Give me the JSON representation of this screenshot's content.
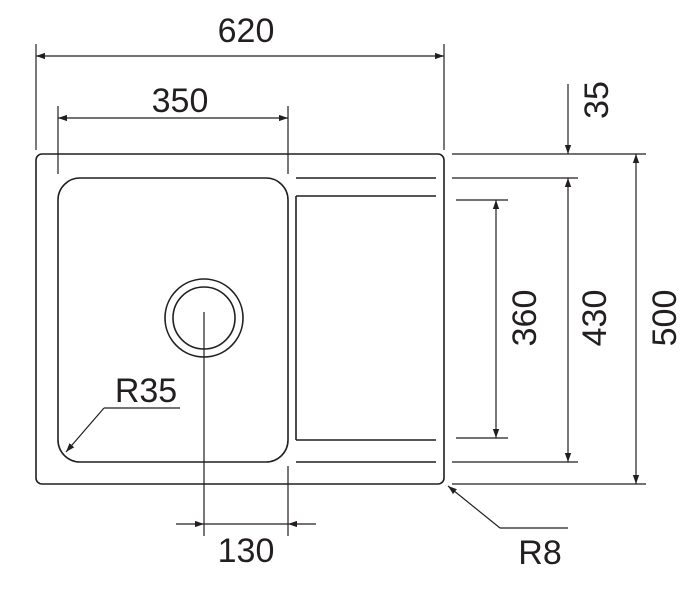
{
  "drawing": {
    "line_color": "#231f20",
    "background": "#ffffff",
    "dimensions": {
      "total_width": "620",
      "bowl_width": "350",
      "top_offset": "35",
      "drainer_length": "360",
      "inner_depth": "430",
      "total_depth": "500",
      "drain_offset": "130",
      "bowl_radius": "R35",
      "corner_radius": "R8"
    }
  }
}
